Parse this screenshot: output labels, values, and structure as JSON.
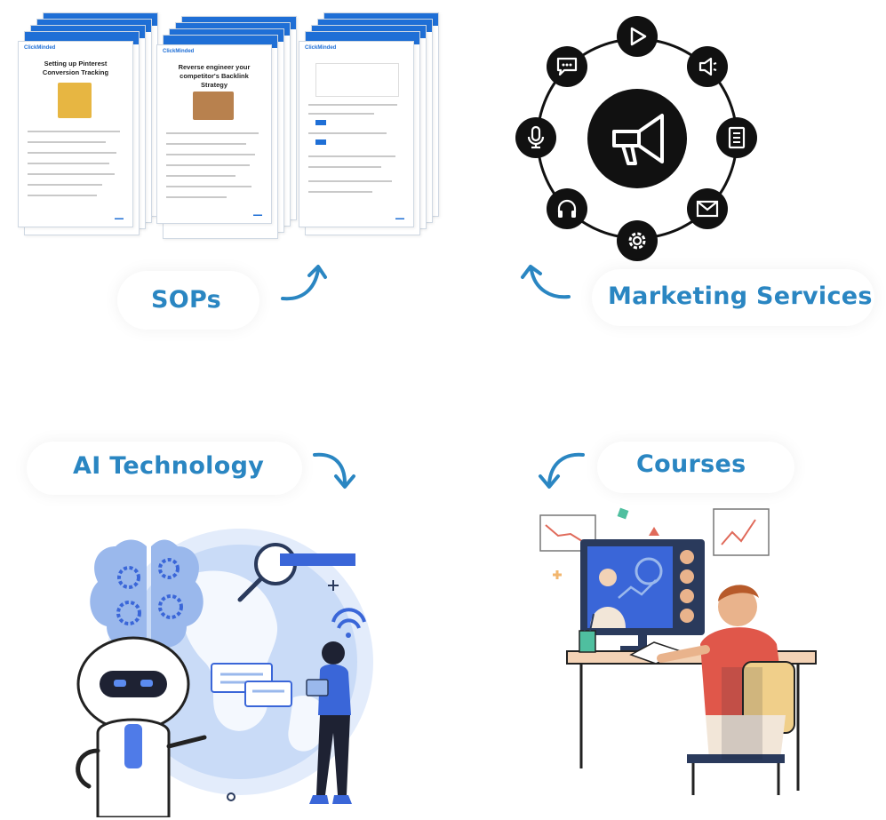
{
  "sections": {
    "sops": {
      "label": "SOPs"
    },
    "marketing": {
      "label": "Marketing Services"
    },
    "ai": {
      "label": "AI Technology"
    },
    "courses": {
      "label": "Courses"
    }
  },
  "documents": [
    {
      "brand": "ClickMinded",
      "title": "Setting up Pinterest Conversion Tracking"
    },
    {
      "brand": "ClickMinded",
      "title": "Reverse engineer your competitor's Backlink Strategy"
    },
    {
      "brand": "ClickMinded",
      "title": ""
    }
  ],
  "icons": {
    "center": "megaphone-icon",
    "ring": [
      "play-icon",
      "speaker-icon",
      "document-icon",
      "mail-icon",
      "gear-icon",
      "headphones-icon",
      "microphone-icon",
      "chat-icon"
    ]
  },
  "colors": {
    "accent": "#2a86c2",
    "doc_header": "#1f6fd6",
    "icon_dark": "#111111"
  }
}
